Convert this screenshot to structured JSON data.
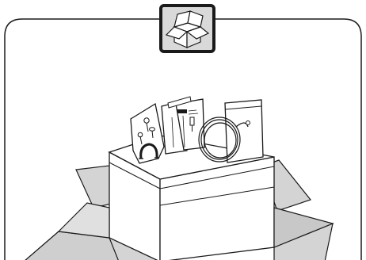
{
  "figure": {
    "panel": "rounded-rectangle-frame",
    "badge_icon": "open-box-icon",
    "illustration": "open-cardboard-box-with-accessories",
    "contents": [
      "mounting-hardware-bag",
      "documentation-pack",
      "hose-bag"
    ],
    "colors": {
      "line": "#1a1a1a",
      "badge_fill": "#d9d9d9",
      "flap_fill": "#d4d4d4",
      "box_fill": "#ffffff",
      "background": "#ffffff"
    }
  }
}
